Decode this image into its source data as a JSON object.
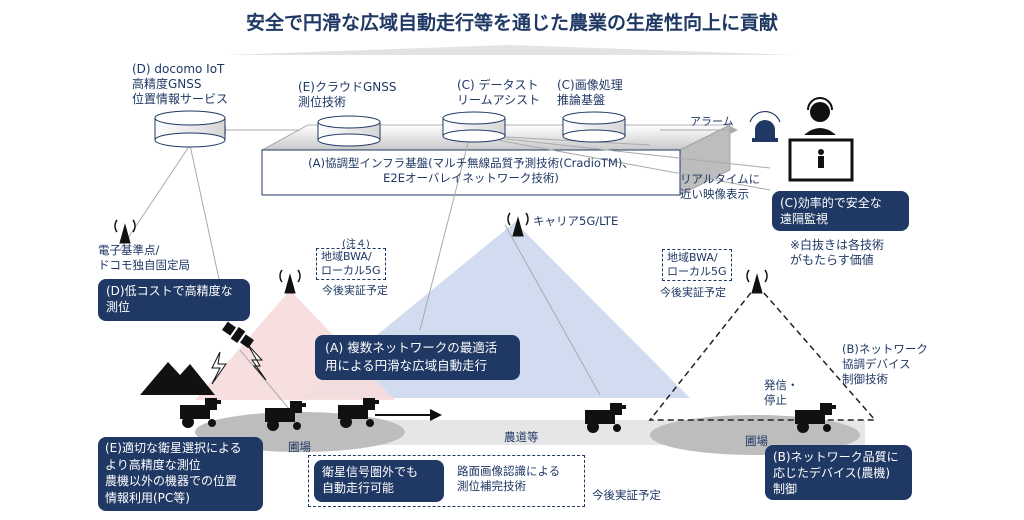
{
  "title": "安全で円滑な広域自動走行等を通じた農業の生産性向上に貢献",
  "services": {
    "d_gnss": [
      "(D) docomo IoT",
      "高精度GNSS",
      "位置情報サービス"
    ],
    "e_cloud": [
      "(E)クラウドGNSS",
      "測位技術"
    ],
    "c_datastream": [
      "(C) データスト",
      "リームアシスト"
    ],
    "c_image": [
      "(C)画像処理",
      "推論基盤"
    ]
  },
  "platform_label": [
    "(A)協調型インフラ基盤(マルチ無線品質予測技術(CradioTM)、",
    "E2Eオーバレイネットワーク技術)"
  ],
  "alarm_label": "アラーム",
  "realtime_label": [
    "リアルタイムに",
    "近い映像表示"
  ],
  "remote_box": [
    "(C)効率的で安全な",
    "遠隔監視"
  ],
  "note": [
    "※白抜きは各技術",
    "がもたらす価値"
  ],
  "station_label": [
    "電子基準点/",
    "ドコモ独自固定局"
  ],
  "d_box": [
    "(D)低コストで高精度な",
    "測位"
  ],
  "carrier_label": "キャリア5G/LTE",
  "local5g_left": {
    "note": "(注４)",
    "lines": [
      "地域BWA/",
      "ローカル5G"
    ],
    "plan": "今後実証予定"
  },
  "local5g_right": {
    "lines": [
      "地域BWA/",
      "ローカル5G"
    ],
    "plan": "今後実証予定"
  },
  "a_box": [
    "(A) 複数ネットワークの最適活",
    "用による円滑な広域自動走行"
  ],
  "b_network": [
    "(B)ネットワーク",
    "協調デバイス",
    "制御技術"
  ],
  "send_stop": [
    "発信・",
    "停止"
  ],
  "field_left": "圃場",
  "road": "農道等",
  "field_right": "圃場",
  "e_box": [
    "(E)適切な衛星選択による",
    "より高精度な測位",
    "農機以外の機器での位置",
    "情報利用(PC等)"
  ],
  "future_left": [
    "衛星信号圏外でも",
    "自動走行可能"
  ],
  "future_right": [
    "路面画像認識による",
    "測位補完技術"
  ],
  "future_plan": "今後実証予定",
  "b_box": [
    "(B)ネットワーク品質に",
    "応じたデバイス(農機)",
    "制御"
  ],
  "colors": {
    "navy": "#1f3864",
    "blue_cone": "#c9d6ee",
    "pink_cone": "#f6dcdc",
    "field": "#b8b8b8",
    "road": "#d9d9d9",
    "cylinder": "#ffffff",
    "platform_top": "#dcdcdc"
  }
}
